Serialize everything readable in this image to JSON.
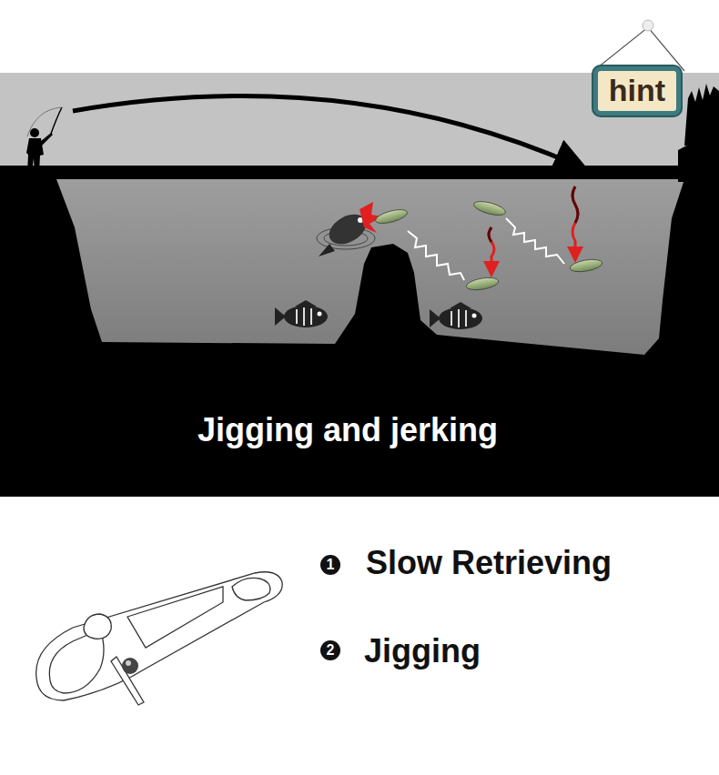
{
  "diagram": {
    "caption": "Jigging and jerking",
    "nodes": [
      {
        "text": [
          "hint"
        ]
      }
    ],
    "labels": [
      "1",
      "Slow Retrieving",
      "2",
      "Jigging"
    ]
  }
}
